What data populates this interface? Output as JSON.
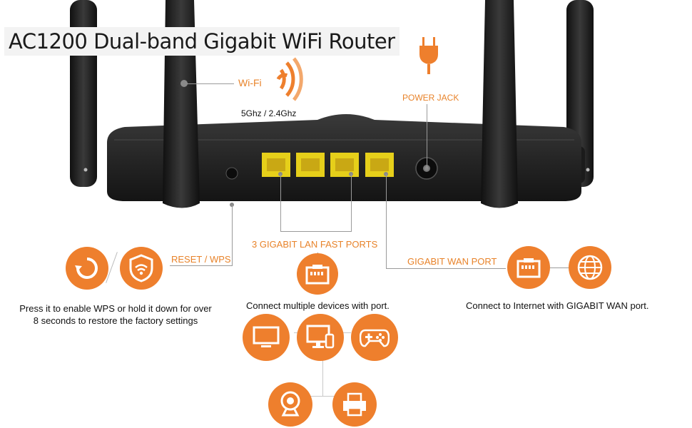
{
  "title": "AC1200 Dual-band Gigabit WiFi Router",
  "wifi": {
    "label": "Wi-Fi",
    "bands": "5Ghz / 2.4Ghz"
  },
  "power": {
    "label": "POWER JACK"
  },
  "reset": {
    "label": "RESET / WPS",
    "caption_line1": "Press it to enable WPS or hold it down for over",
    "caption_line2": "8 seconds to restore the factory settings"
  },
  "lan": {
    "label": "3 GIGABIT LAN FAST PORTS",
    "caption": "Connect multiple devices with port."
  },
  "wan": {
    "label": "GIGABIT WAN PORT",
    "caption": "Connect to Internet with GIGABIT WAN port."
  },
  "colors": {
    "accent": "#ee7f2d",
    "router": "#1e1e1e",
    "port": "#e6cf1a"
  }
}
